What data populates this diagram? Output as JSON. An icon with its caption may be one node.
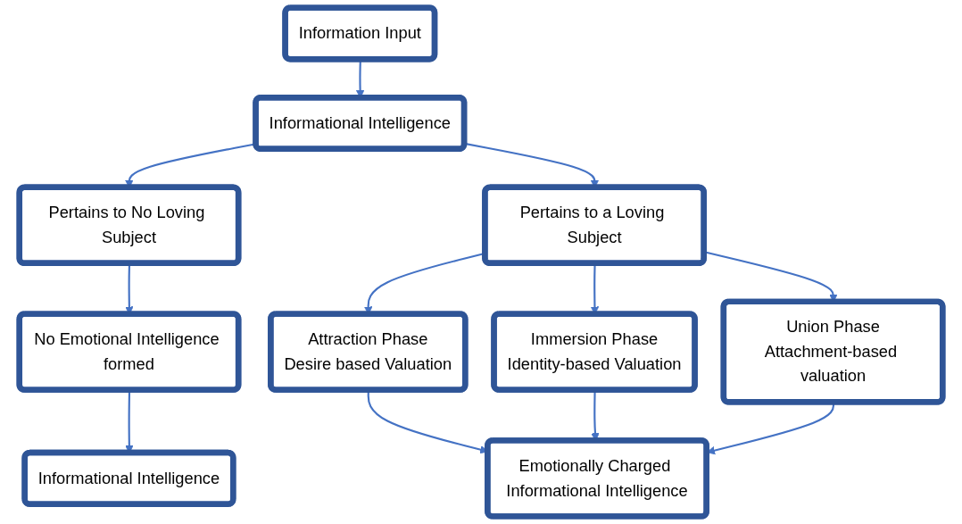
{
  "diagram": {
    "nodes": [
      {
        "text": [
          "Information Input"
        ]
      },
      {
        "text": [
          "Informational Intelligence"
        ]
      },
      {
        "text": [
          "Pertains to No Loving Subject"
        ]
      },
      {
        "text": [
          "Pertains to a Loving Subject"
        ]
      },
      {
        "text": [
          "No Emotional Intelligence formed"
        ]
      },
      {
        "text": [
          "Attraction Phase",
          "Desire based Valuation"
        ]
      },
      {
        "text": [
          "Immersion Phase",
          "Identity-based Valuation"
        ]
      },
      {
        "text": [
          "Union Phase",
          "Attachment-based valuation"
        ]
      },
      {
        "text": [
          "Informational Intelligence"
        ]
      },
      {
        "text": [
          "Emotionally Charged Informational Intelligence"
        ]
      }
    ],
    "edges": [
      {
        "from": 0,
        "to": 1,
        "arrow": "to"
      },
      {
        "from": 1,
        "to": 2,
        "arrow": "to"
      },
      {
        "from": 1,
        "to": 3,
        "arrow": "to"
      },
      {
        "from": 2,
        "to": 4,
        "arrow": "to"
      },
      {
        "from": 3,
        "to": 5,
        "arrow": "to"
      },
      {
        "from": 3,
        "to": 6,
        "arrow": "to"
      },
      {
        "from": 3,
        "to": 7,
        "arrow": "to"
      },
      {
        "from": 4,
        "to": 8,
        "arrow": "to"
      },
      {
        "from": 5,
        "to": 9,
        "arrow": "to"
      },
      {
        "from": 6,
        "to": 9,
        "arrow": "to"
      },
      {
        "from": 7,
        "to": 9,
        "arrow": "to"
      }
    ]
  }
}
